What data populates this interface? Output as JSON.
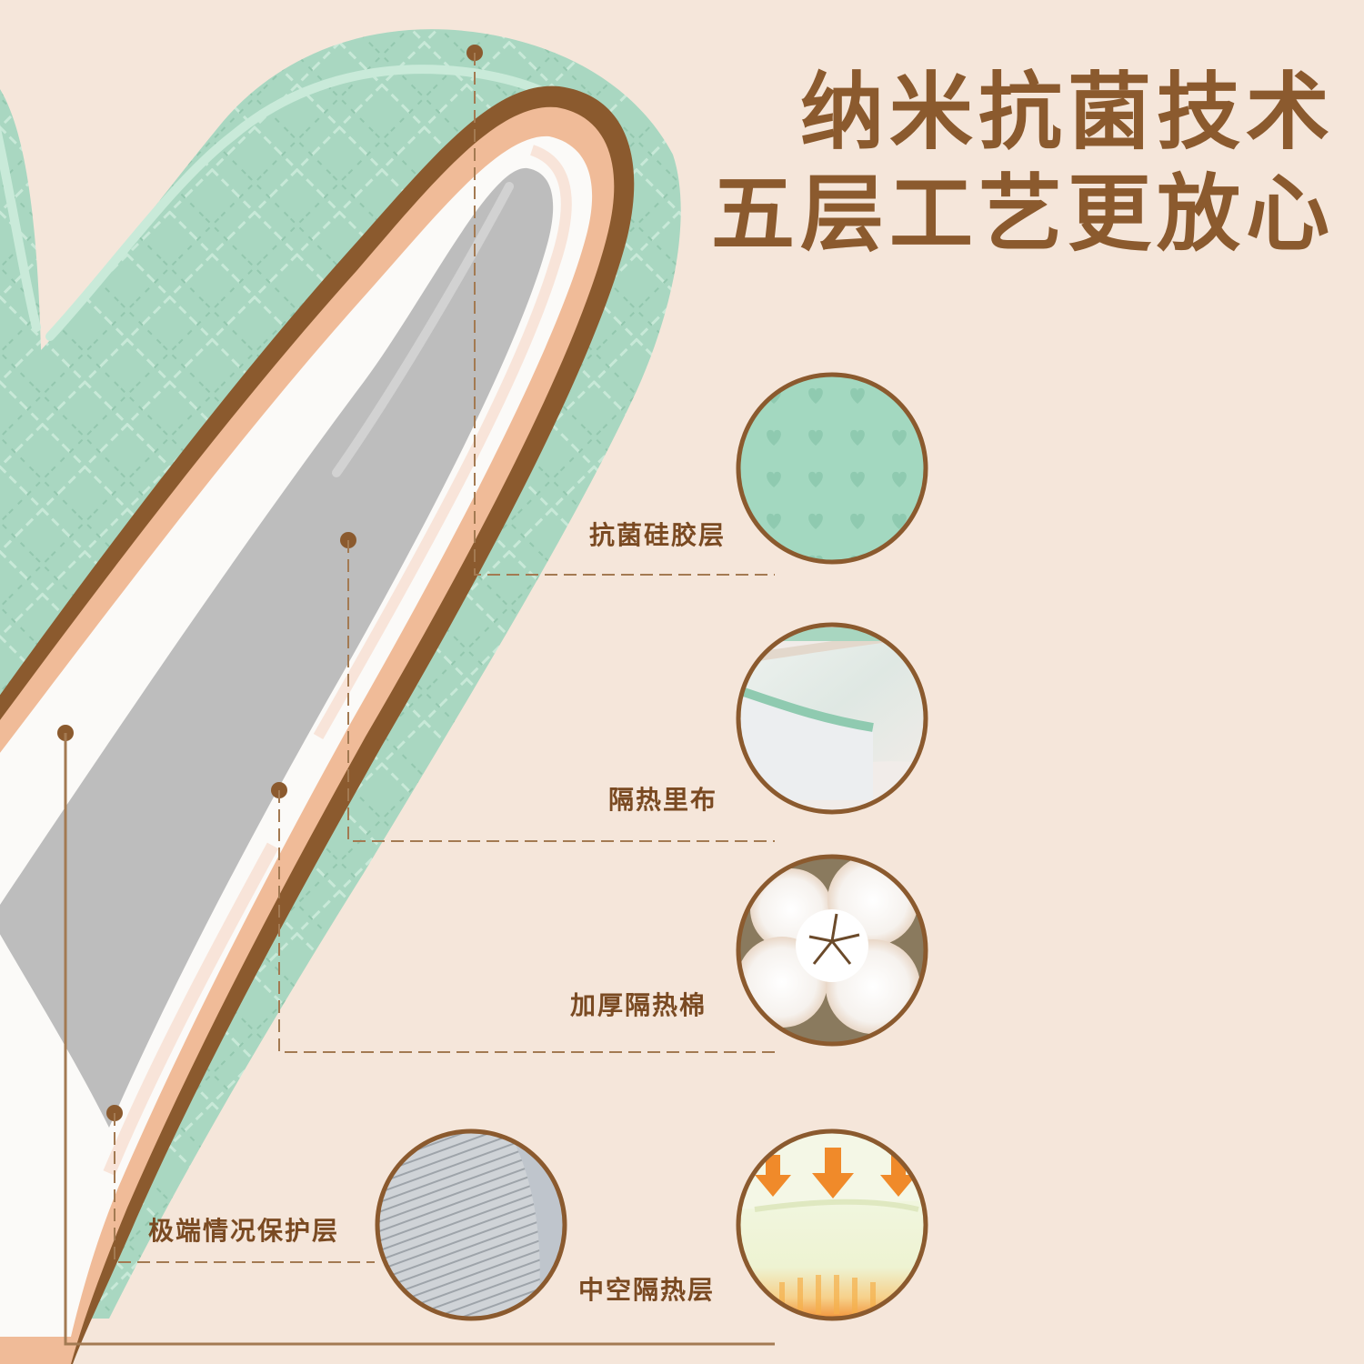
{
  "headline": {
    "line1": "纳米抗菌技术",
    "line2": "五层工艺更放心"
  },
  "layers": [
    {
      "id": "antibacterial-silicone",
      "label": "抗菌硅胶层"
    },
    {
      "id": "insulation-lining",
      "label": "隔热里布"
    },
    {
      "id": "thick-insulation-cotton",
      "label": "加厚隔热棉"
    },
    {
      "id": "extreme-protection",
      "label": "极端情况保护层"
    },
    {
      "id": "hollow-insulation",
      "label": "中空隔热层"
    }
  ],
  "colors": {
    "background": "#f5e6da",
    "accent_brown": "#8b5a2e",
    "silicone_green": "#a8d6c0",
    "cotton_white": "#fbfaf8",
    "orange_glow": "#f0b894",
    "inner_gray": "#bdbdbd",
    "heat_arrow": "#f08a2a"
  }
}
